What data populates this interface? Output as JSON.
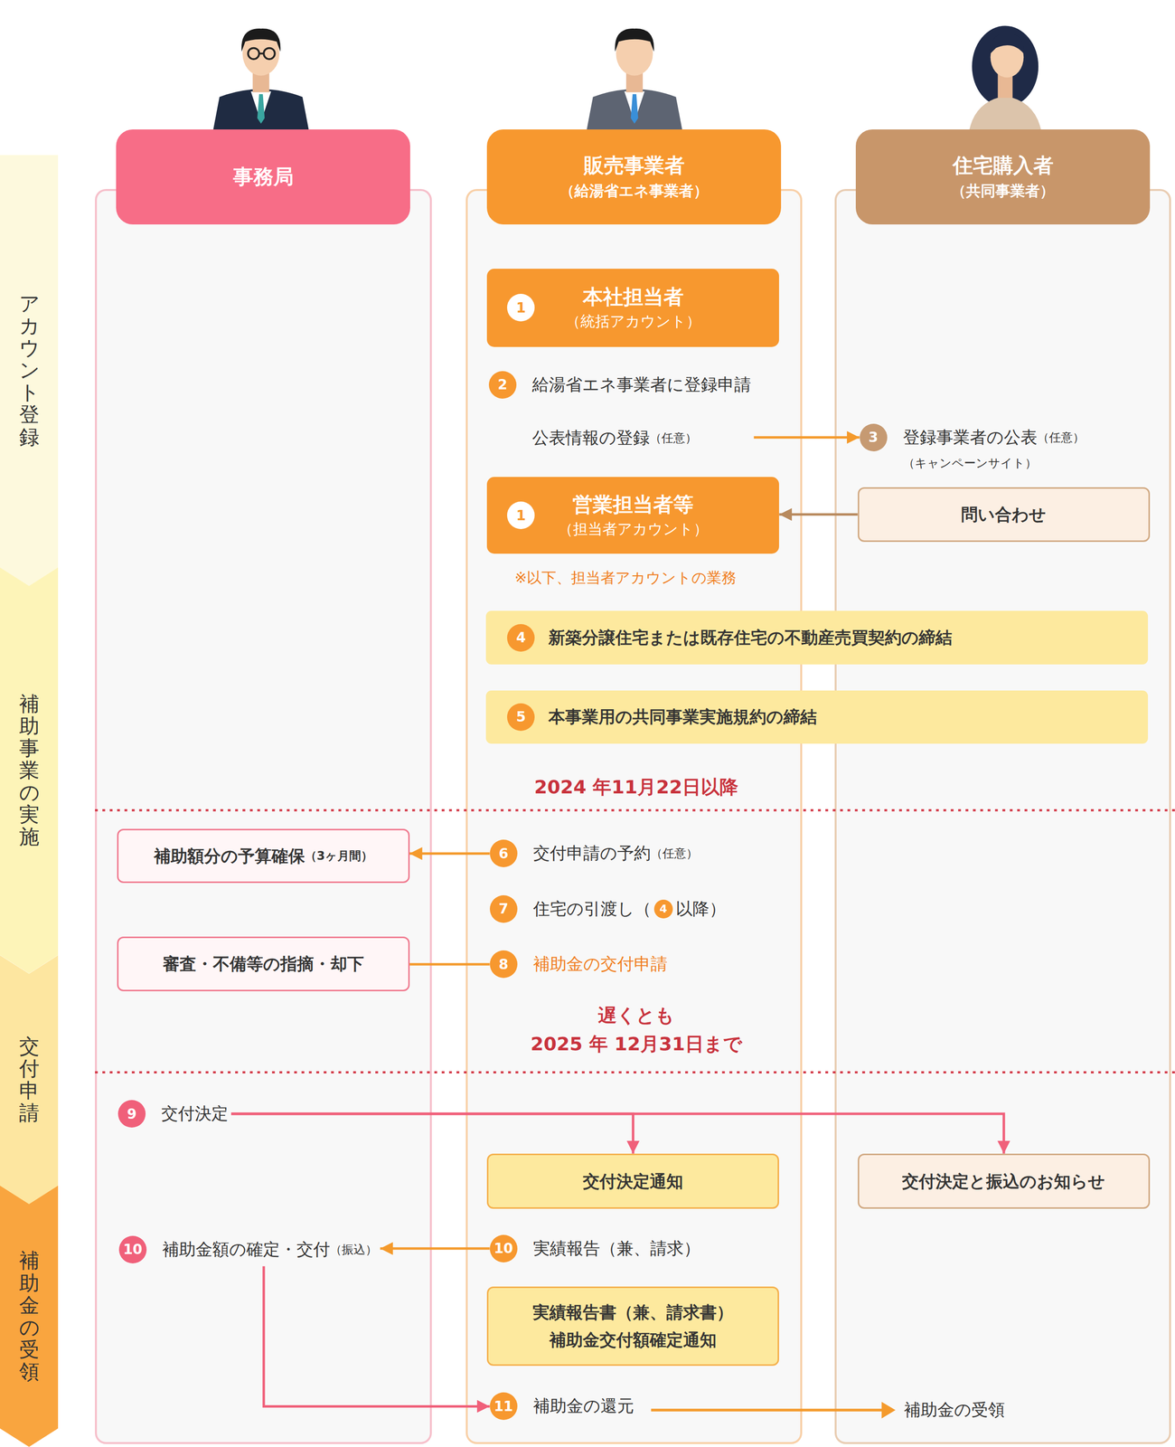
{
  "diagram": {
    "nodes": [
      {
        "text": [
          "アカウント登録"
        ]
      },
      {
        "text": [
          "補助事業の実施"
        ]
      },
      {
        "text": [
          "交付申請"
        ]
      },
      {
        "text": [
          "補助金の受領"
        ]
      },
      {
        "text": [
          "事務局"
        ]
      },
      {
        "text": [
          "販売事業者",
          "（給湯省エネ事業者）"
        ]
      },
      {
        "text": [
          "住宅購入者",
          "（共同事業者）"
        ]
      },
      {
        "text": [
          "1",
          "本社担当者",
          "（統括アカウント）"
        ],
        "in": 5
      },
      {
        "text": [
          "2",
          "給湯省エネ事業者に登録申請",
          "公表情報の登録",
          "（任意）"
        ],
        "in": 5
      },
      {
        "text": [
          "3",
          "登録事業者の公表",
          "（任意）",
          "（キャンペーンサイト）"
        ],
        "in": 6
      },
      {
        "text": [
          "1",
          "営業担当者等",
          "（担当者アカウント）"
        ],
        "in": 5
      },
      {
        "text": [
          "問い合わせ"
        ],
        "in": 6
      },
      {
        "text": [
          "4",
          "新築分譲住宅または既存住宅の不動産売買契約の締結"
        ]
      },
      {
        "text": [
          "5",
          "本事業用の共同事業実施規約の締結"
        ]
      },
      {
        "text": [
          "補助額分の予算確保",
          "（3ヶ月間）"
        ],
        "in": 4
      },
      {
        "text": [
          "6",
          "交付申請の予約",
          "（任意）"
        ],
        "in": 5
      },
      {
        "text": [
          "7",
          "住宅の引渡し（",
          "4",
          "以降）"
        ],
        "in": 5
      },
      {
        "text": [
          "審査・不備等の指摘・却下"
        ],
        "in": 4
      },
      {
        "text": [
          "8",
          "補助金の交付申請"
        ],
        "in": 5
      },
      {
        "text": [
          "9",
          "交付決定"
        ],
        "in": 4
      },
      {
        "text": [
          "交付決定通知"
        ],
        "in": 5
      },
      {
        "text": [
          "交付決定と振込のお知らせ"
        ],
        "in": 6
      },
      {
        "text": [
          "10",
          "補助金額の確定・交付",
          "（振込）"
        ],
        "in": 4
      },
      {
        "text": [
          "10",
          "実績報告（兼、請求）"
        ],
        "in": 5
      },
      {
        "text": [
          "実績報告書（兼、請求書）",
          "補助金交付額確定通知"
        ],
        "in": 5
      },
      {
        "text": [
          "11",
          "補助金の還元"
        ],
        "in": 5
      }
    ],
    "edges": [
      {
        "from": 8,
        "to": 9,
        "arrow": "to"
      },
      {
        "from": 11,
        "to": 10,
        "arrow": "to"
      },
      {
        "from": 15,
        "to": 14,
        "arrow": "to"
      },
      {
        "from": 17,
        "to": 18,
        "arrow": "none"
      },
      {
        "from": 19,
        "to": 20,
        "arrow": "to"
      },
      {
        "from": 19,
        "to": 21,
        "arrow": "to"
      },
      {
        "from": 23,
        "to": 22,
        "arrow": "to"
      },
      {
        "from": 22,
        "to": 25,
        "arrow": "to"
      }
    ],
    "labels": [
      "※以下、担当者アカウントの業務",
      "2024 年11月22日以降",
      "遅くとも",
      "2025 年 12月31日まで",
      "補助金の受領"
    ]
  }
}
